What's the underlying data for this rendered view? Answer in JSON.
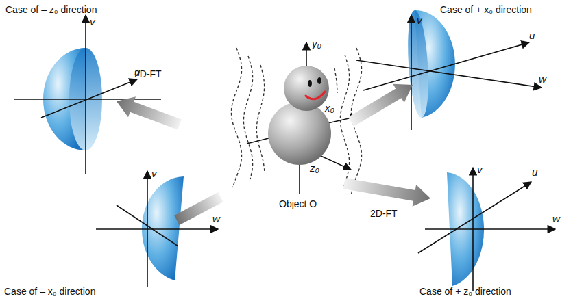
{
  "diagram": {
    "labels": [
      "Case of – z₀ direction",
      "Case of + x₀ direction",
      "Case of – x₀ direction",
      "Case of + z₀ direction",
      "2D-FT",
      "2D-FT",
      "Object O",
      "y₀",
      "x₀",
      "z₀",
      "v",
      "u",
      "v",
      "u",
      "w",
      "v",
      "w",
      "v",
      "u",
      "w"
    ]
  }
}
